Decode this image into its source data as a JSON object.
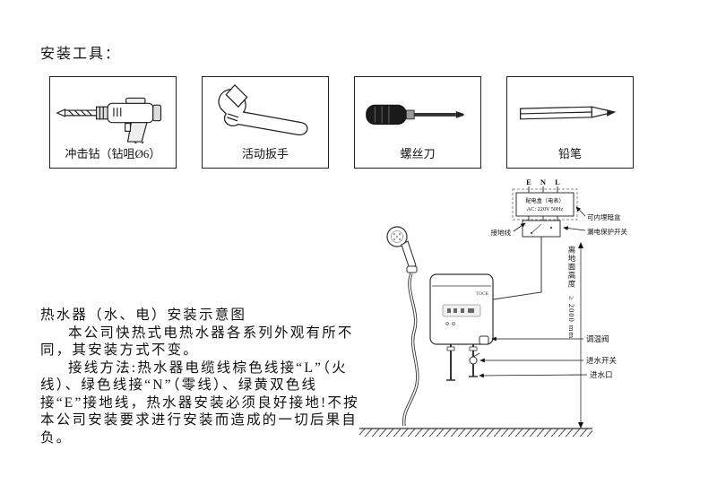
{
  "header": {
    "tools_title": "安装工具："
  },
  "tools": [
    {
      "label": "冲击钻（钻咀Ø6）"
    },
    {
      "label": "活动扳手"
    },
    {
      "label": "螺丝刀"
    },
    {
      "label": "铅笔"
    }
  ],
  "description": {
    "title": "热水器（水、电）安装示意图",
    "para1": "本公司快热式电热水器各系列外观有所不同，其安装方式不变。",
    "para2": "接线方法:热水器电缆线棕色线接“L”（火线）、绿色线接“N”（零线）、绿黄双色线接“E”接地线，热水器安装必须良好接地!不按本公司安装要求进行安装而造成的一切后果自负。"
  },
  "diagram": {
    "terminal_e": "E",
    "terminal_n": "N",
    "terminal_l": "L",
    "power_box_name": "配电盒（电表）",
    "power_box_spec": "AC: 220V 50Hz",
    "embedded_box_label": "可内埋暗盒",
    "breaker_label": "漏电保护开关",
    "ground_wire_label": "接地线",
    "height_label": "离地面高度",
    "height_value": "≥ 2000 mm",
    "brand": "TOCR",
    "temp_valve_label": "调温阀",
    "inlet_switch_label": "进水开关",
    "inlet_label": "进水口"
  }
}
